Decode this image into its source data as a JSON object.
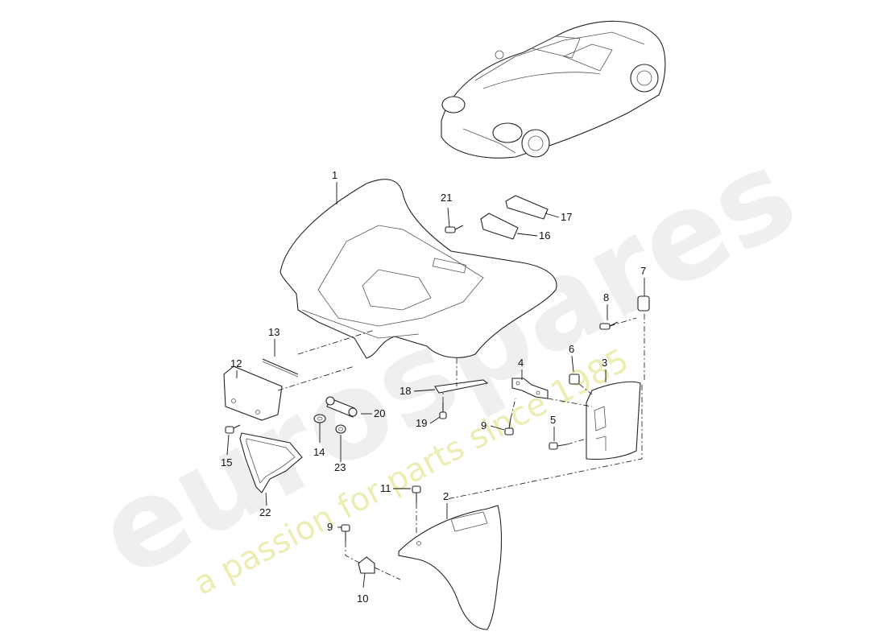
{
  "watermark": {
    "brand": "eurospares",
    "tagline": "a passion for parts since 1985"
  },
  "callouts": [
    {
      "id": "c1",
      "text": "1"
    },
    {
      "id": "c2",
      "text": "2"
    },
    {
      "id": "c3",
      "text": "3"
    },
    {
      "id": "c4",
      "text": "4"
    },
    {
      "id": "c5",
      "text": "5"
    },
    {
      "id": "c6",
      "text": "6"
    },
    {
      "id": "c7",
      "text": "7"
    },
    {
      "id": "c8",
      "text": "8"
    },
    {
      "id": "c9a",
      "text": "9"
    },
    {
      "id": "c9b",
      "text": "9"
    },
    {
      "id": "c10",
      "text": "10"
    },
    {
      "id": "c11",
      "text": "11"
    },
    {
      "id": "c12",
      "text": "12"
    },
    {
      "id": "c13",
      "text": "13"
    },
    {
      "id": "c14",
      "text": "14"
    },
    {
      "id": "c15",
      "text": "15"
    },
    {
      "id": "c16",
      "text": "16"
    },
    {
      "id": "c17",
      "text": "17"
    },
    {
      "id": "c18",
      "text": "18"
    },
    {
      "id": "c19",
      "text": "19"
    },
    {
      "id": "c20",
      "text": "20"
    },
    {
      "id": "c21",
      "text": "21"
    },
    {
      "id": "c22",
      "text": "22"
    },
    {
      "id": "c23",
      "text": "23"
    }
  ]
}
